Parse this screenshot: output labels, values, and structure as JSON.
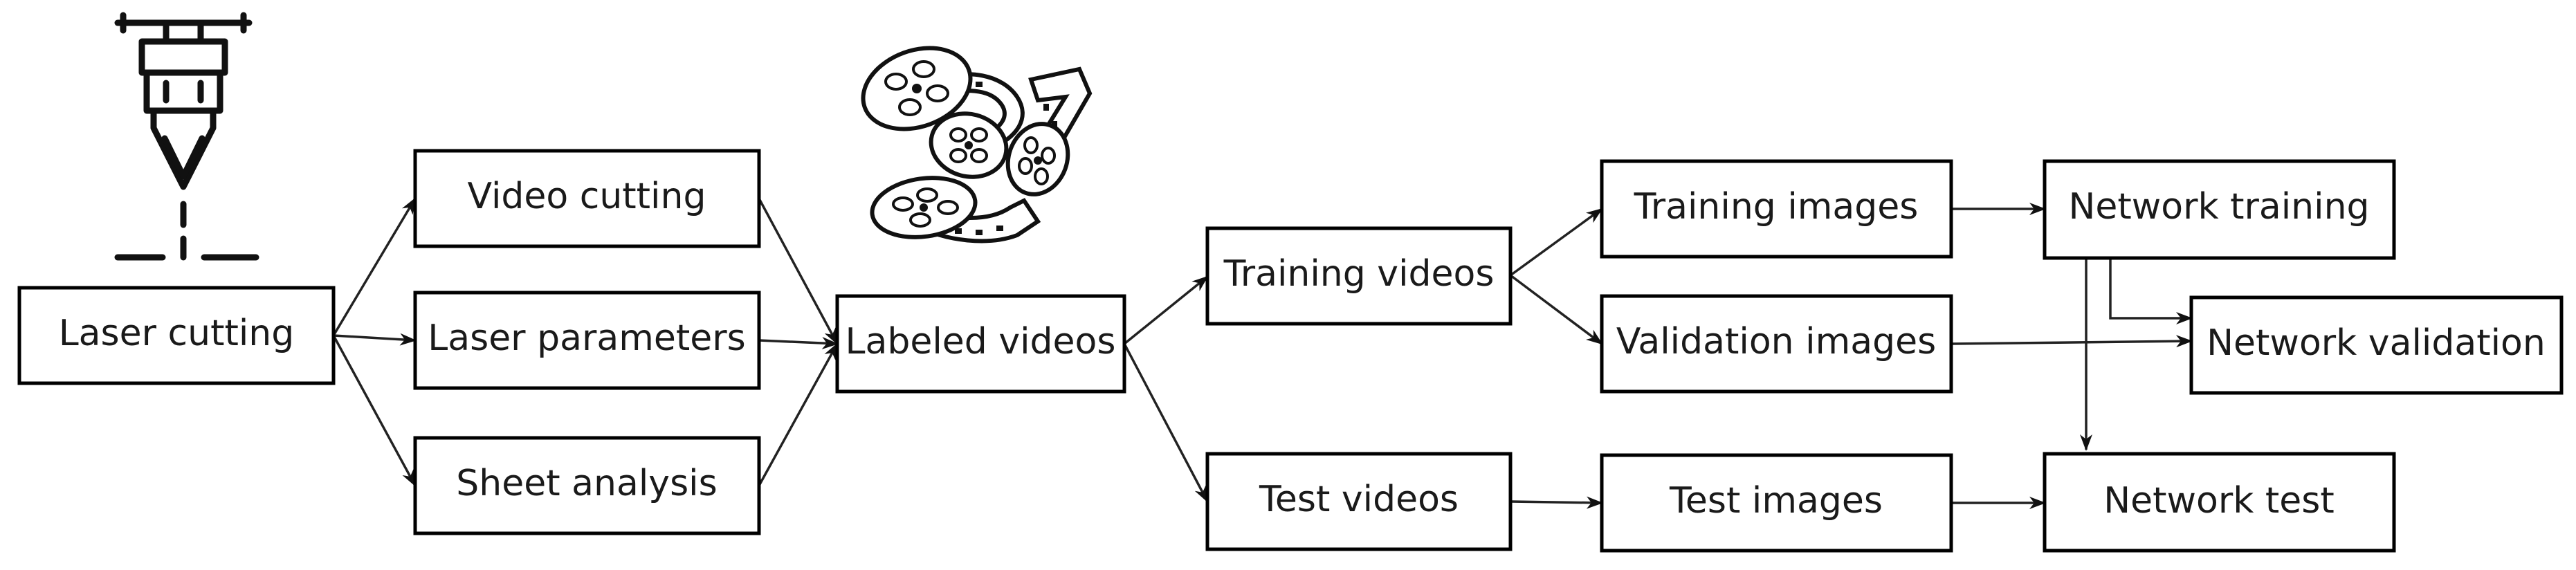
{
  "nodes": {
    "laser_cutting": "Laser cutting",
    "video_cutting": "Video cutting",
    "laser_parameters": "Laser parameters",
    "sheet_analysis": "Sheet analysis",
    "labeled_videos": "Labeled videos",
    "training_videos": "Training videos",
    "test_videos": "Test videos",
    "training_images": "Training images",
    "validation_images": "Validation images",
    "test_images": "Test images",
    "network_training": "Network training",
    "network_validation": "Network validation",
    "network_test": "Network test"
  },
  "icons": {
    "laser_head": "laser-head-icon",
    "film_reels": "film-reels-icon"
  },
  "colors": {
    "stroke": "#000000",
    "text": "#1a1a1a",
    "background": "#ffffff"
  }
}
